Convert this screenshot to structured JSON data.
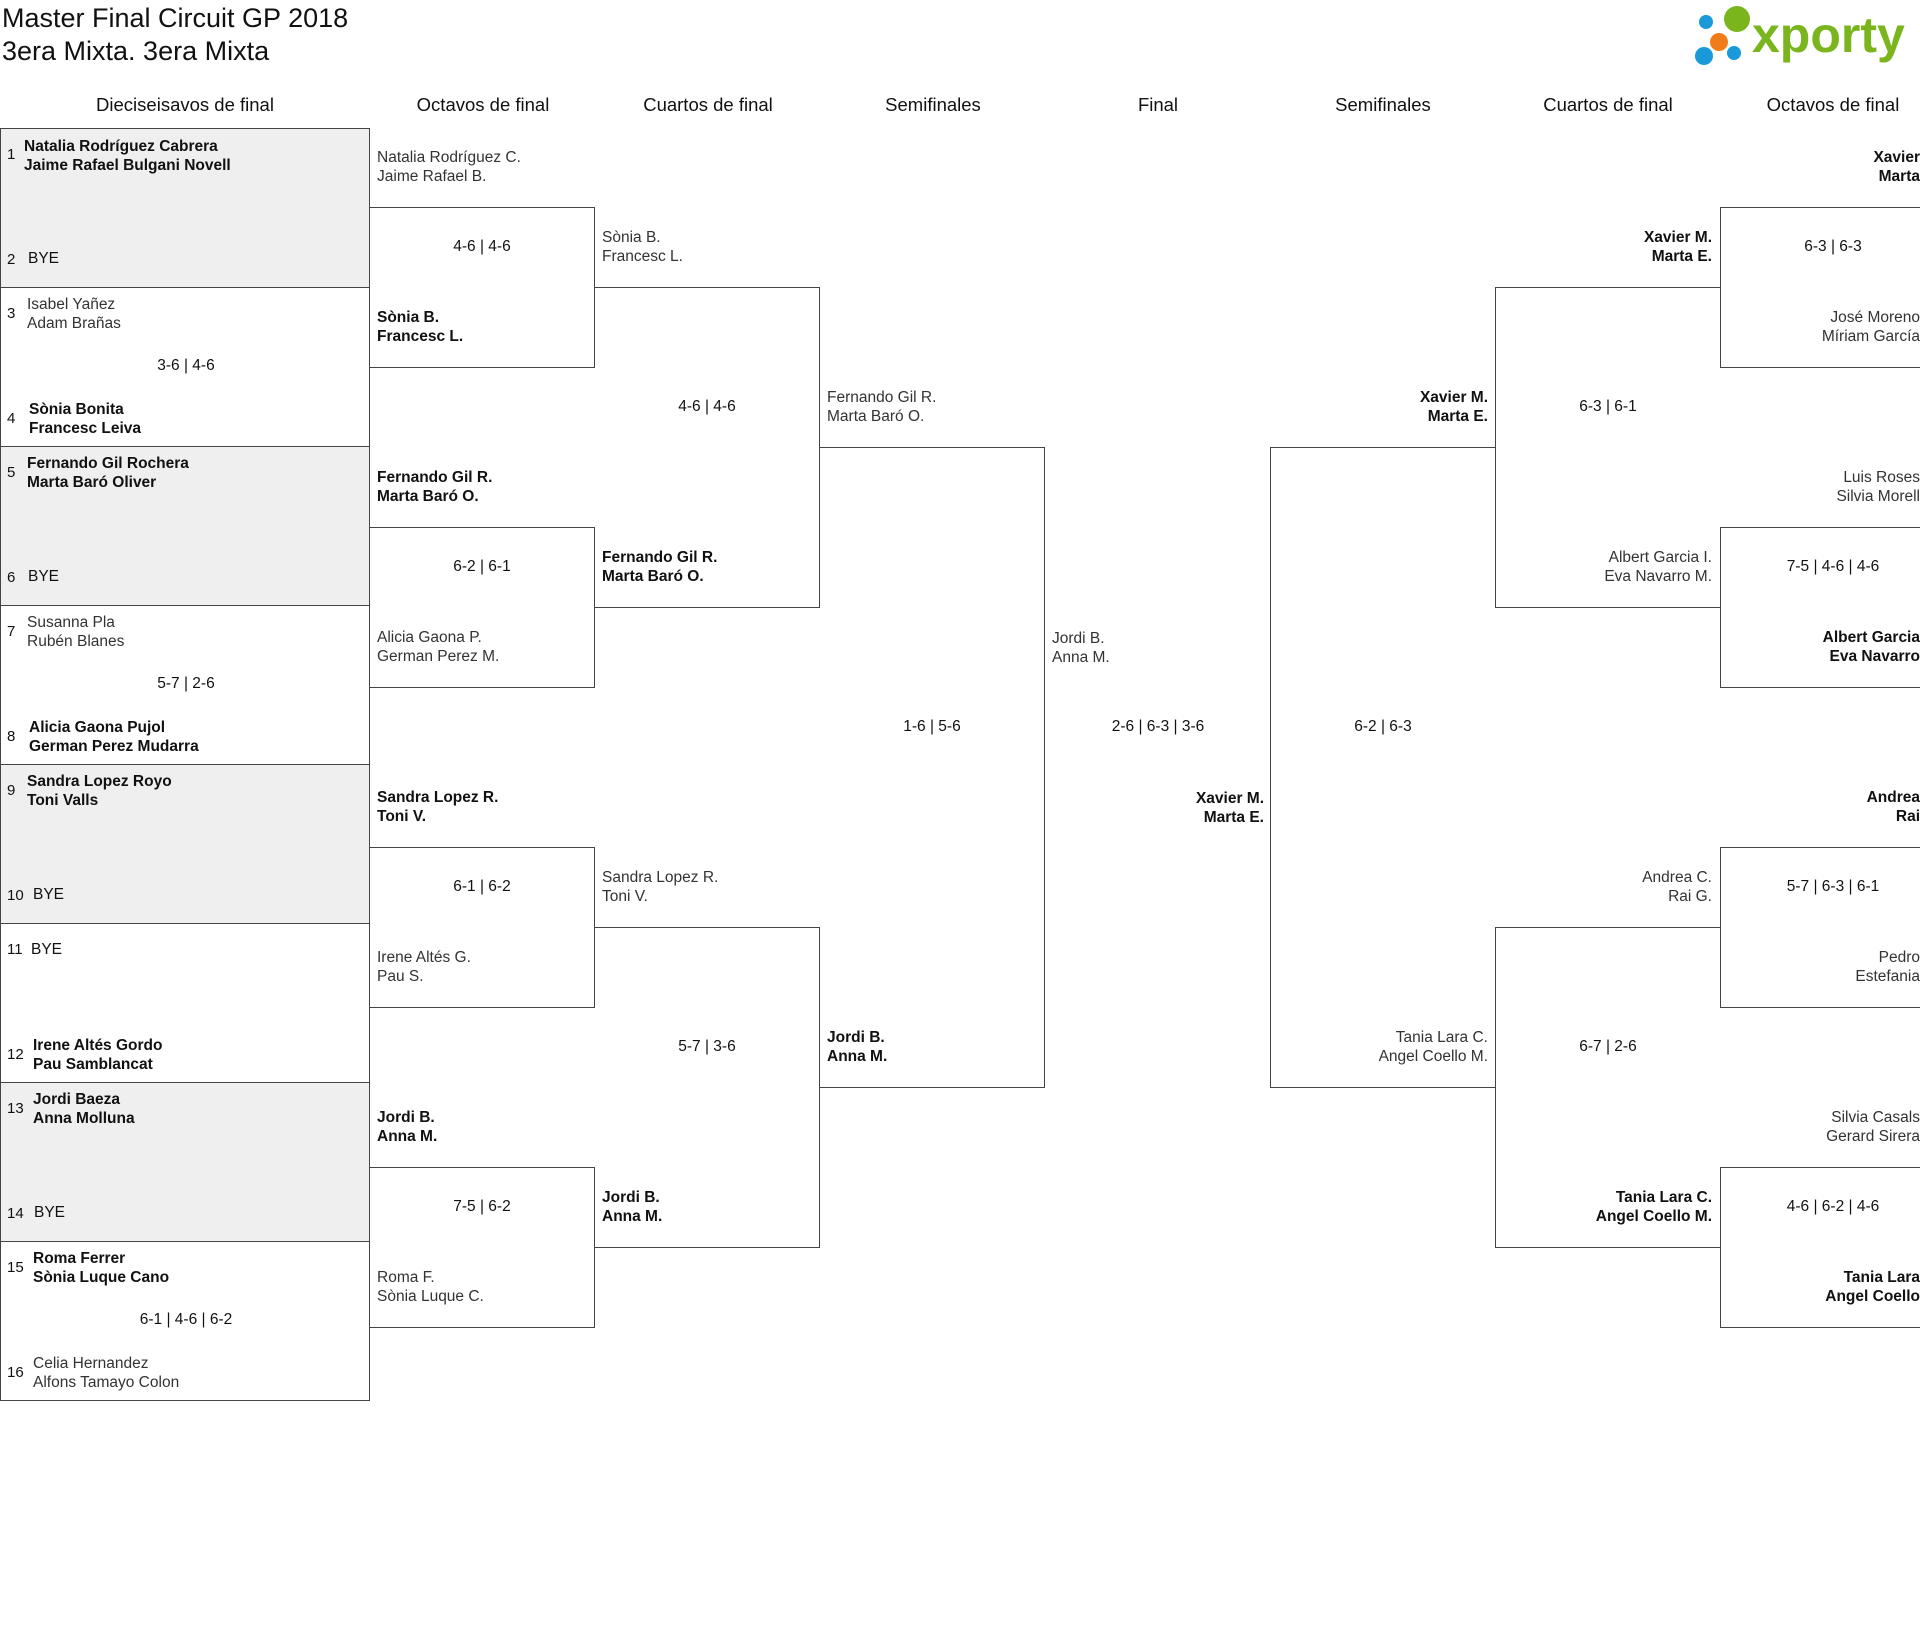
{
  "header": {
    "title": "Master Final Circuit GP 2018",
    "subtitle": "3era Mixta. 3era Mixta",
    "logo_text": "xporty"
  },
  "rounds": {
    "r32": "Dieciseisavos de final",
    "r16": "Octavos de final",
    "qf": "Cuartos de final",
    "sf": "Semifinales",
    "final": "Final",
    "sf_r": "Semifinales",
    "qf_r": "Cuartos de final",
    "r16_r": "Octavos de final"
  },
  "r32": [
    {
      "top": {
        "seed": "1",
        "p1": "Natalia Rodríguez Cabrera",
        "p2": "Jaime Rafael Bulgani Novell"
      },
      "bottom": {
        "seed": "2",
        "bye": "BYE"
      },
      "score": ""
    },
    {
      "top": {
        "seed": "3",
        "p1": "Isabel Yañez",
        "p2": "Adam Brañas"
      },
      "bottom": {
        "seed": "4",
        "p1": "Sònia Bonita",
        "p2": "Francesc Leiva"
      },
      "score": "3-6 | 4-6"
    },
    {
      "top": {
        "seed": "5",
        "p1": "Fernando Gil Rochera",
        "p2": "Marta Baró Oliver"
      },
      "bottom": {
        "seed": "6",
        "bye": "BYE"
      },
      "score": ""
    },
    {
      "top": {
        "seed": "7",
        "p1": "Susanna Pla",
        "p2": "Rubén Blanes"
      },
      "bottom": {
        "seed": "8",
        "p1": "Alicia Gaona Pujol",
        "p2": "German Perez Mudarra"
      },
      "score": "5-7 | 2-6"
    },
    {
      "top": {
        "seed": "9",
        "p1": "Sandra Lopez Royo",
        "p2": "Toni Valls"
      },
      "bottom": {
        "seed": "10",
        "bye": "BYE"
      },
      "score": ""
    },
    {
      "top": {
        "seed": "11",
        "bye": "BYE"
      },
      "bottom": {
        "seed": "12",
        "p1": "Irene Altés Gordo",
        "p2": "Pau Samblancat"
      },
      "score": ""
    },
    {
      "top": {
        "seed": "13",
        "p1": "Jordi Baeza",
        "p2": "Anna Molluna"
      },
      "bottom": {
        "seed": "14",
        "bye": "BYE"
      },
      "score": ""
    },
    {
      "top": {
        "seed": "15",
        "p1": "Roma Ferrer",
        "p2": "Sònia Luque Cano"
      },
      "bottom": {
        "seed": "16",
        "p1": "Celia Hernandez",
        "p2": "Alfons Tamayo Colon"
      },
      "score": "6-1 | 4-6 | 6-2"
    }
  ],
  "r16_left": [
    {
      "top": {
        "p1": "Natalia Rodríguez C.",
        "p2": "Jaime Rafael B."
      },
      "bottom": {
        "p1": "Sònia B.",
        "p2": "Francesc L."
      },
      "score": "4-6 | 4-6"
    },
    {
      "top": {
        "p1": "Fernando Gil R.",
        "p2": "Marta Baró O."
      },
      "bottom": {
        "p1": "Alicia Gaona P.",
        "p2": "German Perez M."
      },
      "score": "6-2 | 6-1"
    },
    {
      "top": {
        "p1": "Sandra Lopez R.",
        "p2": "Toni V."
      },
      "bottom": {
        "p1": "Irene Altés G.",
        "p2": "Pau S."
      },
      "score": "6-1 | 6-2"
    },
    {
      "top": {
        "p1": "Jordi B.",
        "p2": "Anna M."
      },
      "bottom": {
        "p1": "Roma F.",
        "p2": "Sònia Luque C."
      },
      "score": "7-5 | 6-2"
    }
  ],
  "qf_left": [
    {
      "top": {
        "p1": "Sònia B.",
        "p2": "Francesc L."
      },
      "bottom": {
        "p1": "Fernando Gil R.",
        "p2": "Marta Baró O."
      },
      "score": "4-6 | 4-6"
    },
    {
      "top": {
        "p1": "Sandra Lopez R.",
        "p2": "Toni V."
      },
      "bottom": {
        "p1": "Jordi B.",
        "p2": "Anna M."
      },
      "score": "5-7 | 3-6"
    }
  ],
  "sf_left": {
    "top": {
      "p1": "Fernando Gil R.",
      "p2": "Marta Baró O."
    },
    "bottom": {
      "p1": "Jordi B.",
      "p2": "Anna M."
    },
    "score": "1-6 | 5-6"
  },
  "final": {
    "top": {
      "p1": "Jordi B.",
      "p2": "Anna M."
    },
    "bottom": {
      "p1": "Xavier M.",
      "p2": "Marta E."
    },
    "score": "2-6 | 6-3 | 3-6"
  },
  "sf_right": {
    "top": {
      "p1": "Xavier M.",
      "p2": "Marta E."
    },
    "bottom": {
      "p1": "Tania Lara C.",
      "p2": "Angel Coello M."
    },
    "score": "6-2 | 6-3"
  },
  "qf_right": [
    {
      "top": {
        "p1": "Xavier M.",
        "p2": "Marta E."
      },
      "bottom": {
        "p1": "Albert Garcia I.",
        "p2": "Eva Navarro M."
      },
      "score": "6-3 | 6-1"
    },
    {
      "top": {
        "p1": "Andrea C.",
        "p2": "Rai G."
      },
      "bottom": {
        "p1": "Tania Lara C.",
        "p2": "Angel Coello M."
      },
      "score": "6-7 | 2-6"
    }
  ],
  "r16_right": [
    {
      "top": {
        "p1": "Xavier",
        "p2": "Marta"
      },
      "bottom": {
        "p1": "José Moreno",
        "p2": "Míriam García"
      },
      "score": "6-3 | 6-3"
    },
    {
      "top": {
        "p1": "Luis Roses",
        "p2": "Silvia Morell"
      },
      "bottom": {
        "p1": "Albert Garcia",
        "p2": "Eva Navarro"
      },
      "score": "7-5 | 4-6 | 4-6"
    },
    {
      "top": {
        "p1": "Andrea",
        "p2": "Rai"
      },
      "bottom": {
        "p1": "Pedro",
        "p2": "Estefania"
      },
      "score": "5-7 | 6-3 | 6-1"
    },
    {
      "top": {
        "p1": "Silvia Casals",
        "p2": "Gerard Sirera"
      },
      "bottom": {
        "p1": "Tania Lara",
        "p2": "Angel Coello"
      },
      "score": "4-6 | 6-2 | 4-6"
    }
  ],
  "colors": {
    "border": "#444444",
    "shade": "#efefef",
    "logo_green": "#7ab51d",
    "logo_blue": "#1a9ad9",
    "logo_orange": "#f07d1a"
  }
}
